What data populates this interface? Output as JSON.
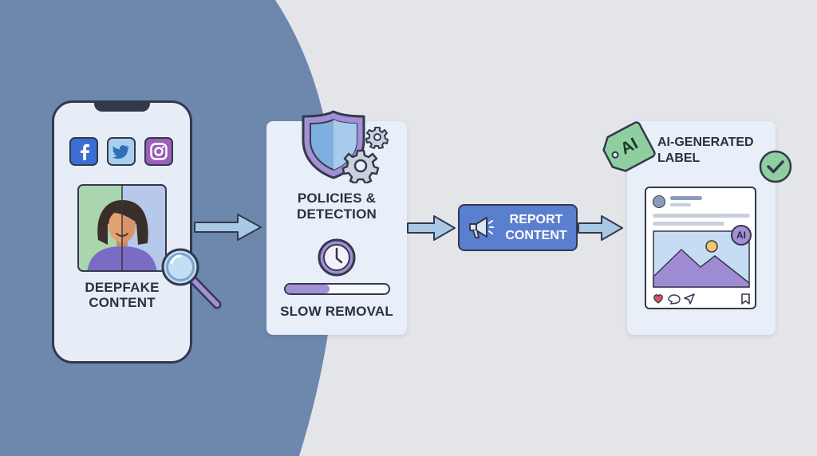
{
  "stage1": {
    "line1": "DEEPFAKE",
    "line2": "CONTENT"
  },
  "stage2": {
    "line1": "POLICIES &",
    "line2": "DETECTION",
    "status": "SLOW REMOVAL"
  },
  "stage3": {
    "line1": "REPORT",
    "line2": "CONTENT"
  },
  "stage4": {
    "line1": "AI-GENERATED",
    "line2": "LABEL",
    "tag_text": "AI",
    "post_badge": "AI"
  },
  "colors": {
    "bg_left": "#6d87ad",
    "bg_right": "#e3e5e9",
    "card": "#e8eff8",
    "outline": "#33394d",
    "arrow": "#a9c8e6",
    "report": "#5b7fcf",
    "purple": "#a38fd6",
    "green": "#8fcf9f"
  },
  "icons": [
    "facebook-icon",
    "twitter-icon",
    "instagram-icon",
    "magnifier-icon",
    "shield-icon",
    "gear-icon",
    "clock-icon",
    "megaphone-icon",
    "tag-icon",
    "checkmark-icon",
    "heart-icon",
    "comment-icon",
    "share-icon",
    "bookmark-icon"
  ]
}
